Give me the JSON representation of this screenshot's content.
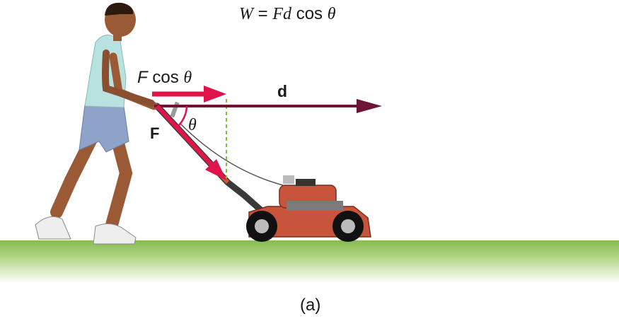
{
  "equation": {
    "lhs": "W",
    "rest": " = ",
    "f": "F",
    "d": "d",
    "cos": " cos ",
    "theta": "θ"
  },
  "labels": {
    "f_cos_theta_f": "F",
    "f_cos_theta_cos": " cos ",
    "f_cos_theta_theta": "θ",
    "displacement": "d",
    "force": "F",
    "angle": "θ"
  },
  "caption": "(a)",
  "colors": {
    "force_arrow": "#e0134b",
    "displacement_arrow": "#6e1436",
    "projection_line": "#7ac23b",
    "grass": "#8fc05a",
    "mower_body": "#c8553b",
    "shirt": "#b7e2df",
    "shorts": "#8fa3c8",
    "skin": "#9b5a36"
  }
}
